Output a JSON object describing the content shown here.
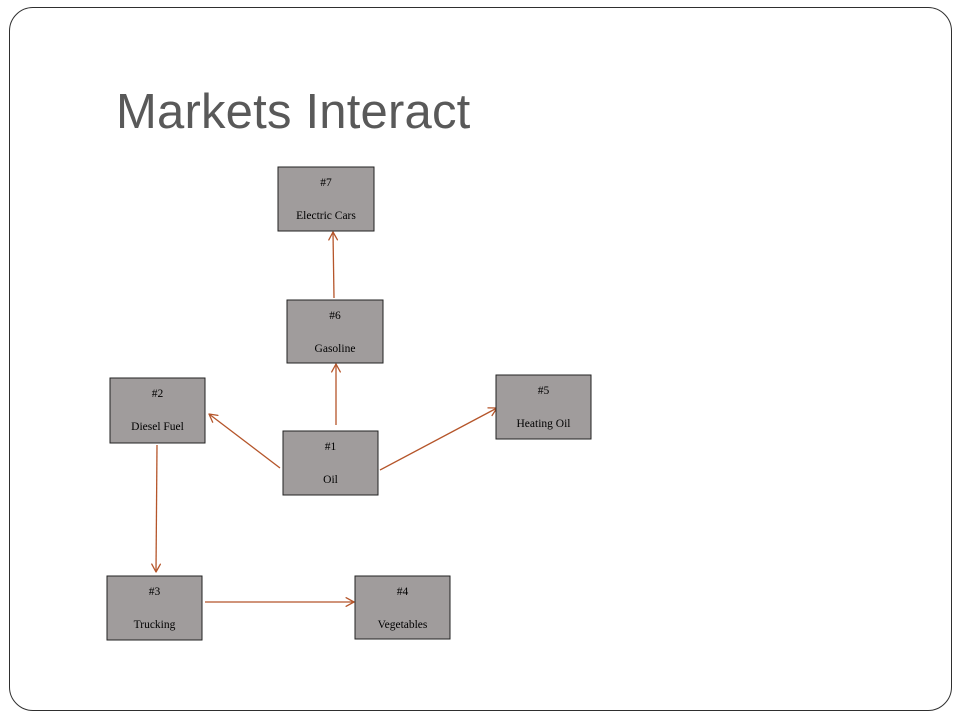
{
  "slide": {
    "title": "Markets Interact"
  },
  "diagram": {
    "nodes": [
      {
        "id": "n7",
        "number": "#7",
        "label": "Electric Cars"
      },
      {
        "id": "n6",
        "number": "#6",
        "label": "Gasoline"
      },
      {
        "id": "n2",
        "number": "#2",
        "label": "Diesel Fuel"
      },
      {
        "id": "n5",
        "number": "#5",
        "label": "Heating Oil"
      },
      {
        "id": "n1",
        "number": "#1",
        "label": "Oil"
      },
      {
        "id": "n3",
        "number": "#3",
        "label": "Trucking"
      },
      {
        "id": "n4",
        "number": "#4",
        "label": "Vegetables"
      }
    ],
    "edges": [
      {
        "from": "n1",
        "to": "n6"
      },
      {
        "from": "n6",
        "to": "n7"
      },
      {
        "from": "n1",
        "to": "n2"
      },
      {
        "from": "n1",
        "to": "n5"
      },
      {
        "from": "n2",
        "to": "n3"
      },
      {
        "from": "n3",
        "to": "n4"
      }
    ],
    "colors": {
      "node_fill": "#a09c9c",
      "node_border": "#222222",
      "arrow": "#b5552a",
      "title_text": "#595959"
    }
  }
}
